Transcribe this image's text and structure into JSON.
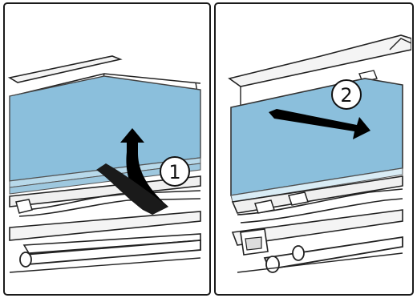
{
  "figure": {
    "panels": [
      {
        "step": "1",
        "arrow": "lift-and-tilt",
        "glass_color": "#8bbfdc"
      },
      {
        "step": "2",
        "arrow": "pull-out-right",
        "glass_color": "#8bbfdc"
      }
    ],
    "colors": {
      "frame": "#1a1a1a",
      "glass": "#8bbfdc",
      "glass_edge": "#b8d9ea",
      "metal": "#f2f2f2",
      "shadow": "#9a9a9a",
      "arrow": "#000000"
    }
  }
}
